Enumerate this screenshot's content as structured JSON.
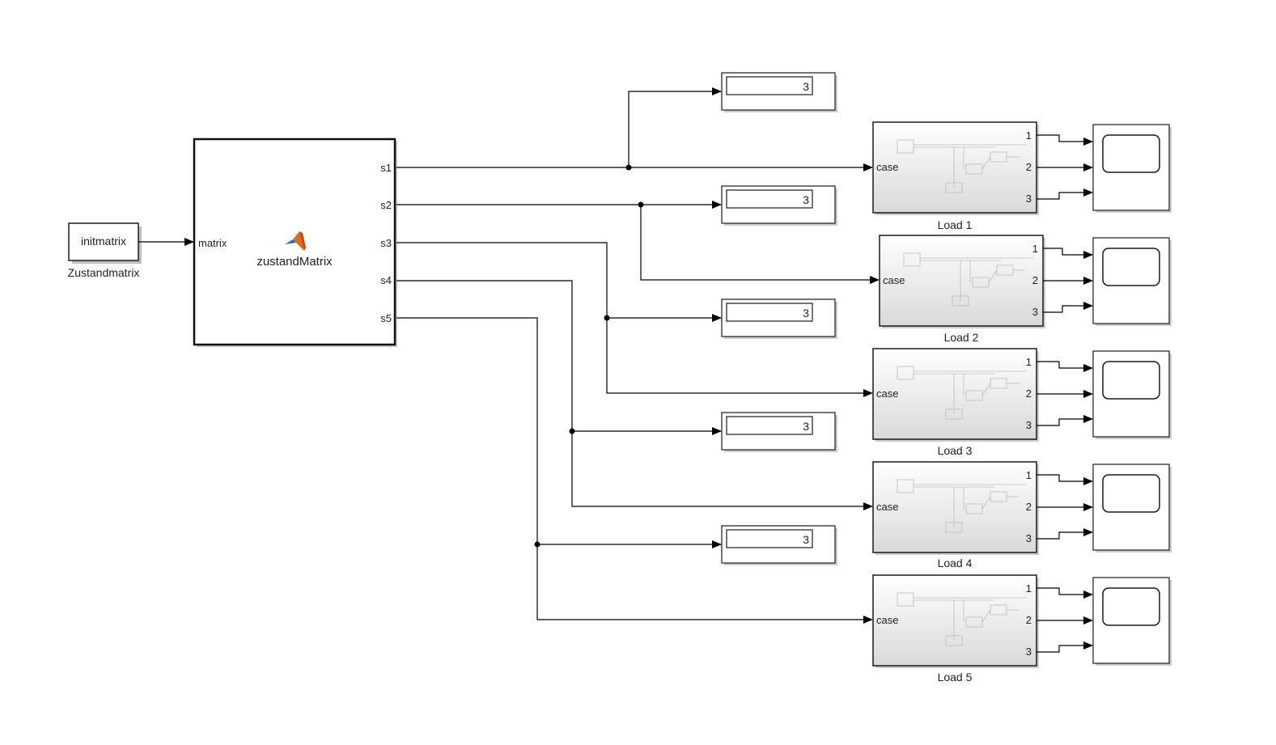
{
  "const_block": {
    "value": "initmatrix",
    "name": "Zustandmatrix"
  },
  "fcn_block": {
    "name": "zustandMatrix",
    "input_port": "matrix",
    "output_ports": [
      "s1",
      "s2",
      "s3",
      "s4",
      "s5"
    ]
  },
  "displays": [
    {
      "value": "3"
    },
    {
      "value": "3"
    },
    {
      "value": "3"
    },
    {
      "value": "3"
    },
    {
      "value": "3"
    }
  ],
  "loads": [
    {
      "name": "Load 1",
      "input_port": "case",
      "output_ports": [
        "1",
        "2",
        "3"
      ]
    },
    {
      "name": "Load 2",
      "input_port": "case",
      "output_ports": [
        "1",
        "2",
        "3"
      ]
    },
    {
      "name": "Load 3",
      "input_port": "case",
      "output_ports": [
        "1",
        "2",
        "3"
      ]
    },
    {
      "name": "Load 4",
      "input_port": "case",
      "output_ports": [
        "1",
        "2",
        "3"
      ]
    },
    {
      "name": "Load 5",
      "input_port": "case",
      "output_ports": [
        "1",
        "2",
        "3"
      ]
    }
  ],
  "scopes_count": 5,
  "colors": {
    "line": "#000000",
    "block_border": "#1a1a1a",
    "block_fill": "#ffffff",
    "subsystem_gradient_top": "#ffffff",
    "subsystem_gradient_bottom": "#dcdcdc",
    "matlab_logo_orange": "#e26a1b",
    "matlab_logo_blue": "#2e6db4"
  }
}
